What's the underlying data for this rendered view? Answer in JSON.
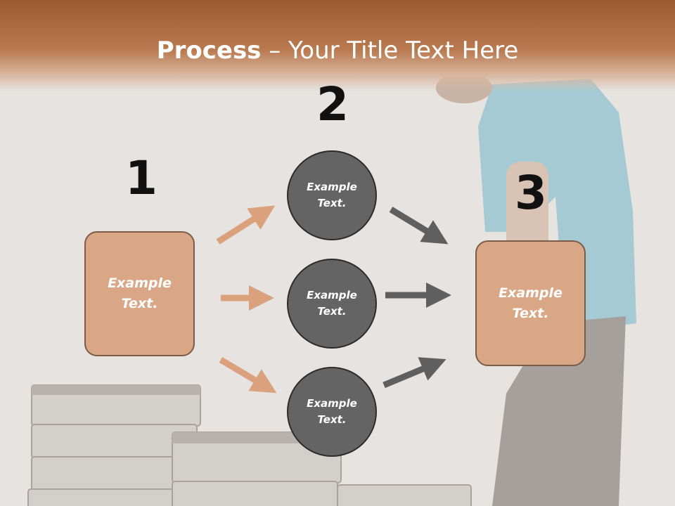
{
  "title": {
    "bold": "Process",
    "rest": " – Your Title Text Here"
  },
  "steps": {
    "one": "1",
    "two": "2",
    "three": "3"
  },
  "left_box": {
    "line1": "Example",
    "line2": "Text."
  },
  "right_box": {
    "line1": "Example",
    "line2": "Text."
  },
  "circles": [
    {
      "line1": "Example",
      "line2": "Text."
    },
    {
      "line1": "Example",
      "line2": "Text."
    },
    {
      "line1": "Example",
      "line2": "Text."
    }
  ],
  "colors": {
    "header": "#b97a50",
    "box_fill": "#d9a786",
    "box_border": "#7d5c47",
    "circle_fill": "#646464",
    "arrow_orange": "#dba17d",
    "arrow_gray": "#5f5f5f"
  }
}
